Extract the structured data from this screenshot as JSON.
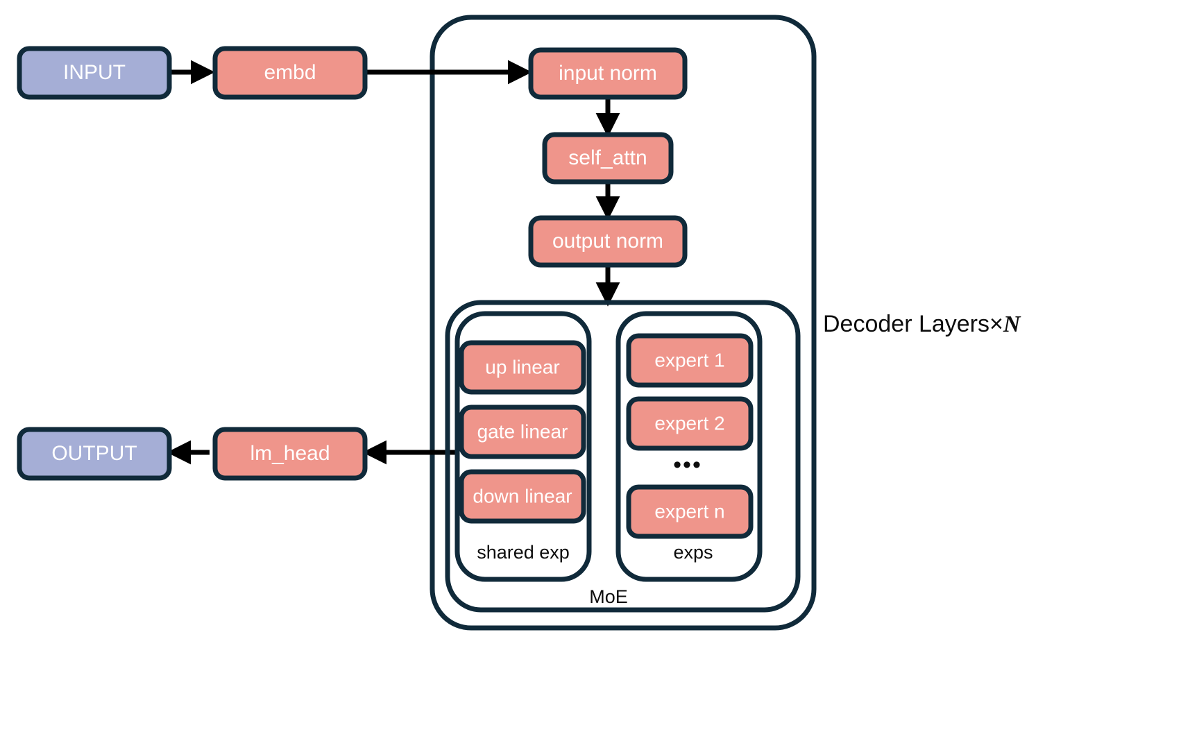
{
  "diagram": {
    "title_caption": "Decoder Layers×",
    "title_caption_var": "N",
    "colors": {
      "accent_fill": "#EF958B",
      "io_fill": "#A5AED6",
      "stroke": "#102A3A",
      "edge": "#000000",
      "label_text": "#FFFFFF",
      "group_text": "#0D0D0D",
      "background": "#FFFFFF"
    },
    "io_nodes": [
      {
        "id": "input",
        "label": "INPUT"
      },
      {
        "id": "output",
        "label": "OUTPUT"
      }
    ],
    "nodes": [
      {
        "id": "embd",
        "label": "embd"
      },
      {
        "id": "input_norm",
        "label": "input norm"
      },
      {
        "id": "self_attn",
        "label": "self_attn"
      },
      {
        "id": "output_norm",
        "label": "output norm"
      },
      {
        "id": "lm_head",
        "label": "lm_head"
      },
      {
        "id": "up_linear",
        "label": "up linear"
      },
      {
        "id": "gate_linear",
        "label": "gate linear"
      },
      {
        "id": "down_linear",
        "label": "down linear"
      },
      {
        "id": "expert_1",
        "label": "expert 1"
      },
      {
        "id": "expert_2",
        "label": "expert 2"
      },
      {
        "id": "expert_n",
        "label": "expert n"
      }
    ],
    "groups": [
      {
        "id": "decoder_layers",
        "label": ""
      },
      {
        "id": "moe",
        "label": "MoE"
      },
      {
        "id": "shared_exp",
        "label": "shared exp"
      },
      {
        "id": "exps",
        "label": "exps"
      }
    ],
    "ellipsis": "•••",
    "edges": [
      {
        "from": "input",
        "to": "embd"
      },
      {
        "from": "embd",
        "to": "input_norm"
      },
      {
        "from": "input_norm",
        "to": "self_attn"
      },
      {
        "from": "self_attn",
        "to": "output_norm"
      },
      {
        "from": "output_norm",
        "to": "moe"
      },
      {
        "from": "decoder_layers",
        "to": "lm_head"
      },
      {
        "from": "lm_head",
        "to": "output"
      }
    ]
  }
}
